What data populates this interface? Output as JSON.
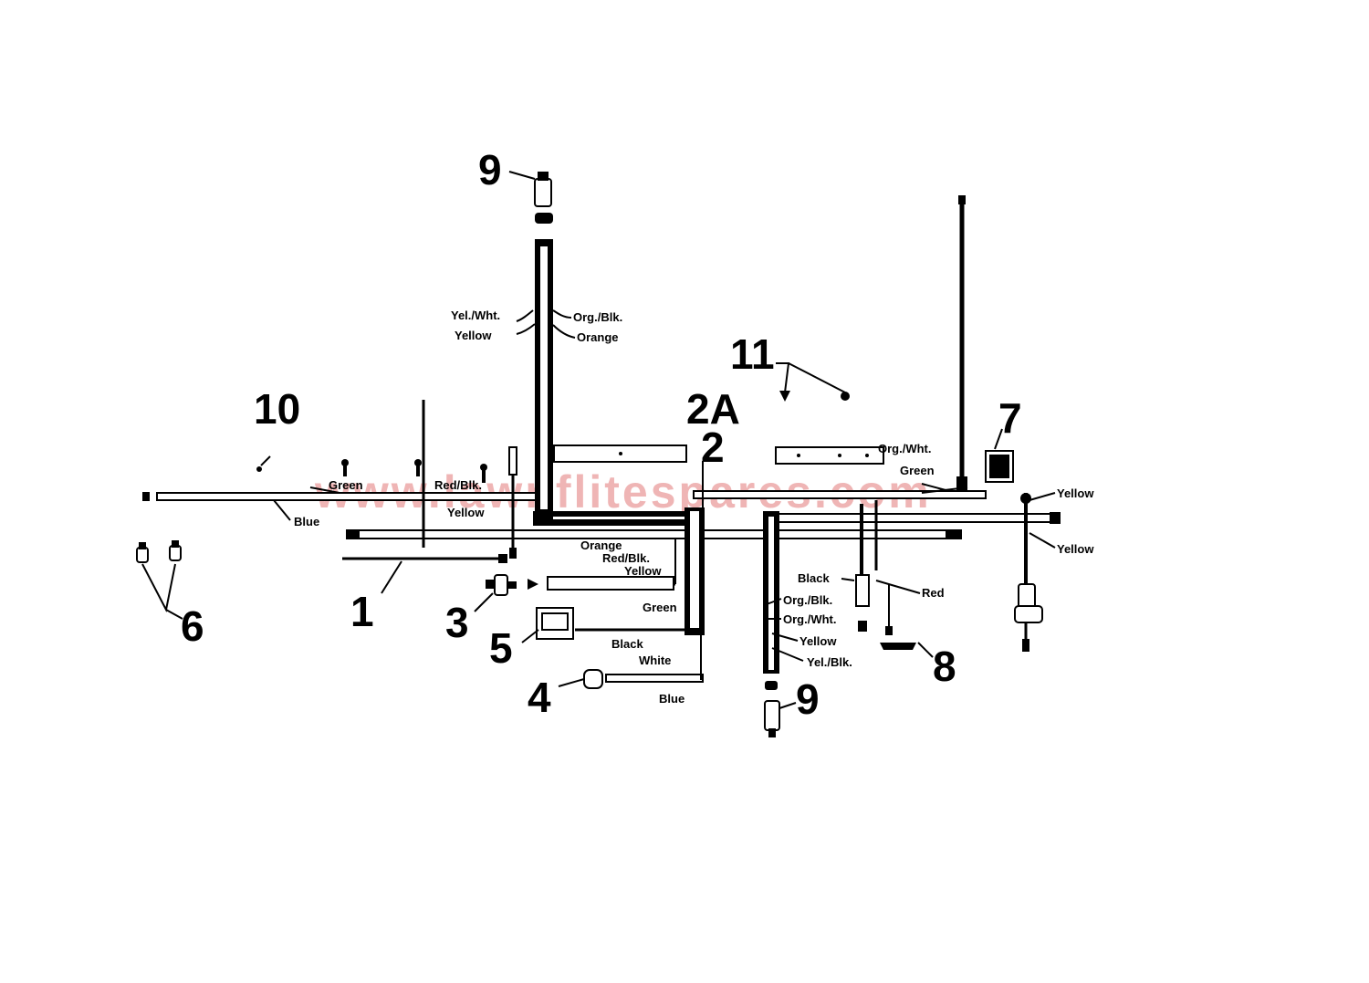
{
  "watermark": "www.lawnflitespares.com",
  "callouts": {
    "c1": "1",
    "c2": "2",
    "c2a": "2A",
    "c3": "3",
    "c4": "4",
    "c5": "5",
    "c6": "6",
    "c7": "7",
    "c8": "8",
    "c9_top": "9",
    "c9_bottom": "9",
    "c10": "10",
    "c11": "11"
  },
  "wire_labels": {
    "yel_wht": "Yel./Wht.",
    "yellow_top": "Yellow",
    "org_blk_top": "Org./Blk.",
    "orange_top": "Orange",
    "green_left": "Green",
    "blue_left": "Blue",
    "red_blk_left": "Red/Blk.",
    "yellow_left": "Yellow",
    "orange_mid": "Orange",
    "red_blk_mid": "Red/Blk.",
    "yellow_mid": "Yellow",
    "green_mid": "Green",
    "black_mid": "Black",
    "white": "White",
    "blue_bottom": "Blue",
    "org_wht_right": "Org./Wht.",
    "green_right": "Green",
    "yellow_right_top": "Yellow",
    "yellow_right_bottom": "Yellow",
    "black_right": "Black",
    "red_right": "Red",
    "org_blk_right": "Org./Blk.",
    "org_wht_lower": "Org./Wht.",
    "yellow_lower": "Yellow",
    "yel_blk": "Yel./Blk."
  }
}
